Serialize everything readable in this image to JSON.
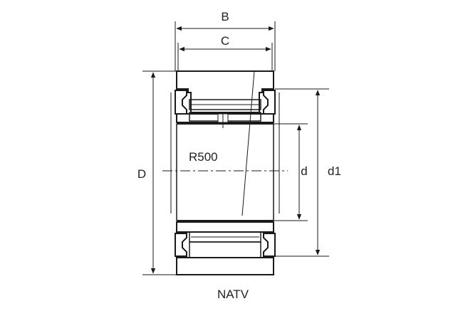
{
  "labels": {
    "B": "B",
    "C": "C",
    "D": "D",
    "d": "d",
    "d1": "d1",
    "radius": "R500",
    "caption": "NATV"
  }
}
